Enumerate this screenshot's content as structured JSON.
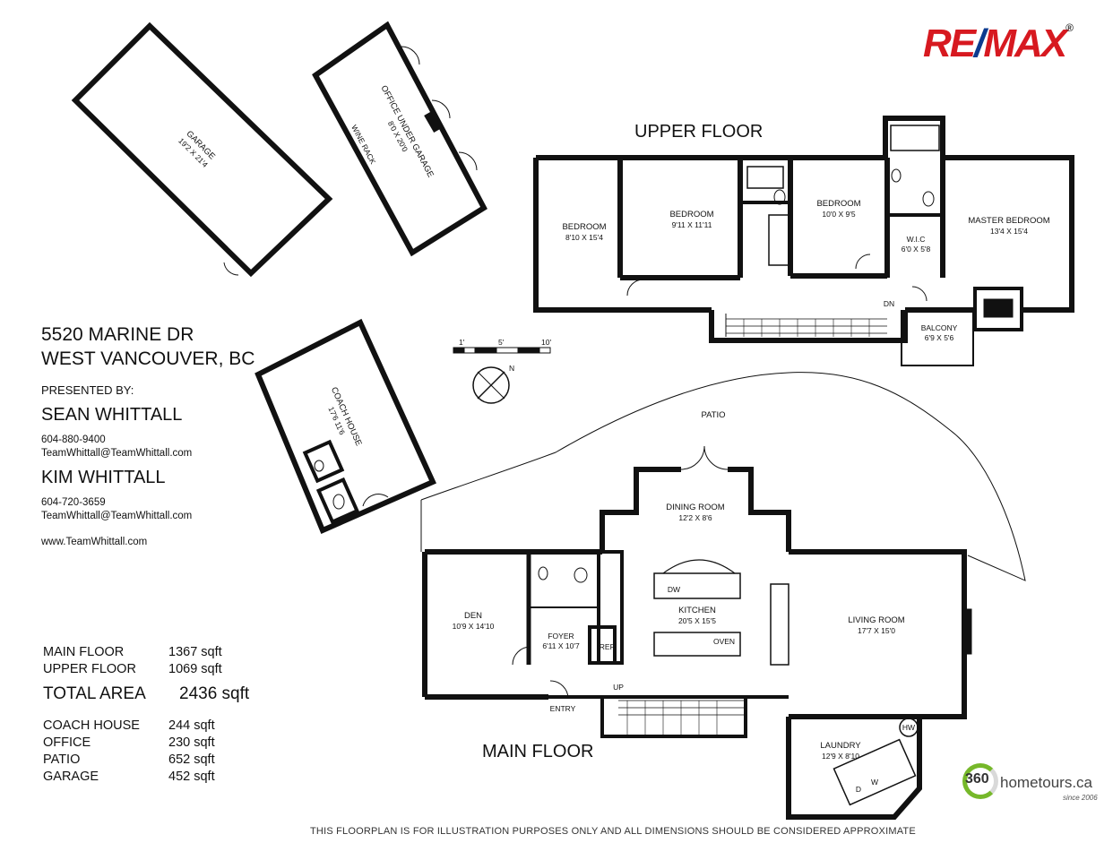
{
  "logo": {
    "part1": "RE",
    "slash": "/",
    "part2": "MAX",
    "reg": "®"
  },
  "address": {
    "line1": "5520 MARINE DR",
    "line2": "WEST VANCOUVER, BC"
  },
  "presented_by": "PRESENTED BY:",
  "agents": [
    {
      "name": "SEAN WHITTALL",
      "phone": "604-880-9400",
      "email": "TeamWhittall@TeamWhittall.com"
    },
    {
      "name": "KIM WHITTALL",
      "phone": "604-720-3659",
      "email": "TeamWhittall@TeamWhittall.com"
    }
  ],
  "website": "www.TeamWhittall.com",
  "areas": {
    "main_floor": {
      "label": "MAIN FLOOR",
      "value": "1367 sqft"
    },
    "upper_floor": {
      "label": "UPPER FLOOR",
      "value": "1069 sqft"
    },
    "total": {
      "label": "TOTAL AREA",
      "value": "2436 sqft"
    },
    "coach_house": {
      "label": "COACH HOUSE",
      "value": "244 sqft"
    },
    "office": {
      "label": "OFFICE",
      "value": "230 sqft"
    },
    "patio": {
      "label": "PATIO",
      "value": "652 sqft"
    },
    "garage": {
      "label": "GARAGE",
      "value": "452 sqft"
    }
  },
  "floor_titles": {
    "upper": "UPPER FLOOR",
    "main": "MAIN FLOOR"
  },
  "scale": {
    "t1": "1'",
    "t2": "5'",
    "t3": "10'"
  },
  "compass": {
    "north": "N"
  },
  "rooms": {
    "garage": {
      "name": "GARAGE",
      "dim": "19'2 X 21'4"
    },
    "office": {
      "name": "OFFICE UNDER GARAGE",
      "dim": "8'0 X 20'0",
      "note": "WINE RACK"
    },
    "coach_house": {
      "name": "COACH HOUSE",
      "dim": "17'6 11'6"
    },
    "bedroom1": {
      "name": "BEDROOM",
      "dim": "8'10 X 15'4"
    },
    "bedroom2": {
      "name": "BEDROOM",
      "dim": "9'11 X 11'11"
    },
    "bedroom3": {
      "name": "BEDROOM",
      "dim": "10'0 X 9'5"
    },
    "master": {
      "name": "MASTER BEDROOM",
      "dim": "13'4 X 15'4"
    },
    "wic": {
      "name": "W.I.C",
      "dim": "6'0 X 5'8"
    },
    "balcony": {
      "name": "BALCONY",
      "dim": "6'9 X 5'6"
    },
    "dn": "DN",
    "patio": {
      "name": "PATIO"
    },
    "dining": {
      "name": "DINING ROOM",
      "dim": "12'2 X 8'6"
    },
    "kitchen": {
      "name": "KITCHEN",
      "dim": "20'5 X 15'5"
    },
    "den": {
      "name": "DEN",
      "dim": "10'9 X 14'10"
    },
    "foyer": {
      "name": "FOYER",
      "dim": "6'11 X 10'7"
    },
    "living": {
      "name": "LIVING ROOM",
      "dim": "17'7 X 15'0"
    },
    "laundry": {
      "name": "LAUNDRY",
      "dim": "12'9 X 8'10"
    },
    "entry": "ENTRY",
    "up": "UP",
    "ref": "REF.",
    "dw": "DW",
    "oven": "OVEN",
    "hw": "HW",
    "d": "D",
    "w": "W"
  },
  "branding": {
    "num": "360",
    "word": "hometours.ca",
    "since": "since 2006"
  },
  "disclaimer": "THIS FLOORPLAN IS FOR ILLUSTRATION PURPOSES ONLY AND ALL DIMENSIONS SHOULD BE CONSIDERED APPROXIMATE"
}
